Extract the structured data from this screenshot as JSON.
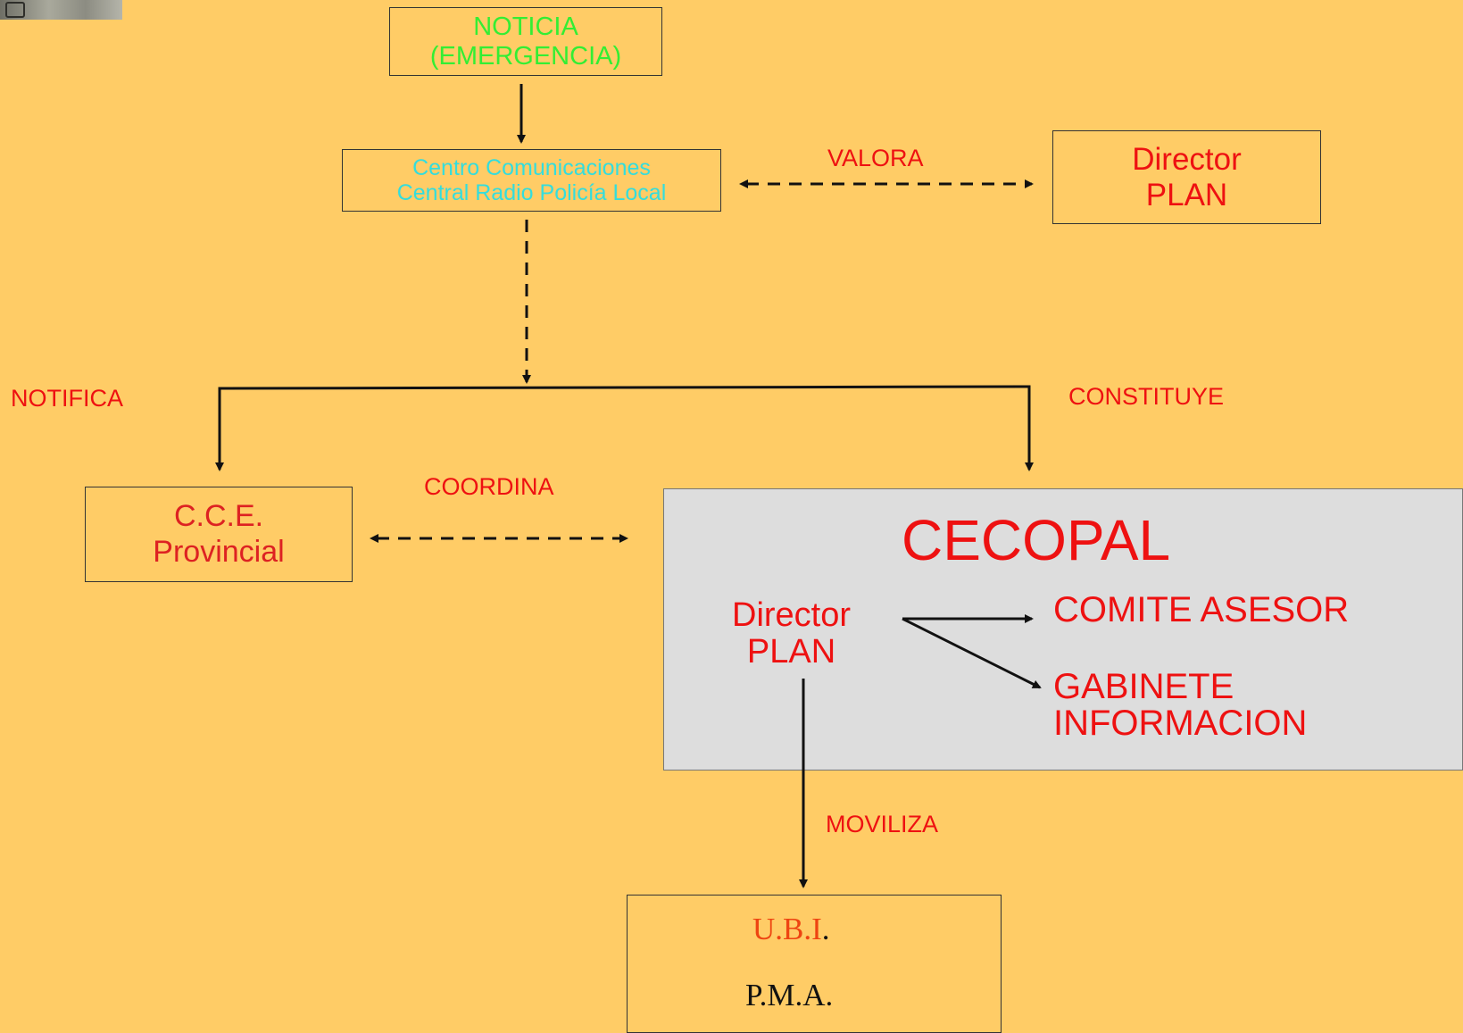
{
  "colors": {
    "background": "#FFCC66",
    "accent_red": "#EE1111",
    "green": "#33EE33",
    "cyan": "#33DDDD",
    "panel": "#DDDDDD"
  },
  "icons": {
    "corner_thumbnail": "photo-thumbnail-icon"
  },
  "nodes": {
    "noticia": {
      "line1": "NOTICIA",
      "line2": "(EMERGENCIA)"
    },
    "centro": {
      "line1": "Centro Comunicaciones",
      "line2": "Central Radio Policía Local"
    },
    "director_top": {
      "line1": "Director",
      "line2": "PLAN"
    },
    "cce": {
      "line1": "C.C.E.",
      "line2": "Provincial"
    },
    "cecopal": {
      "title": "CECOPAL",
      "director": {
        "line1": "Director",
        "line2": "PLAN"
      },
      "comite": "COMITE ASESOR",
      "gabinete": {
        "line1": "GABINETE",
        "line2": "INFORMACION"
      }
    },
    "ubi": {
      "line1_red": "U.B.I",
      "line1_dot": ".",
      "line2": "P.M.A."
    }
  },
  "edge_labels": {
    "valora": "VALORA",
    "notifica": "NOTIFICA",
    "constituye": "CONSTITUYE",
    "coordina": "COORDINA",
    "moviliza": "MOVILIZA"
  }
}
